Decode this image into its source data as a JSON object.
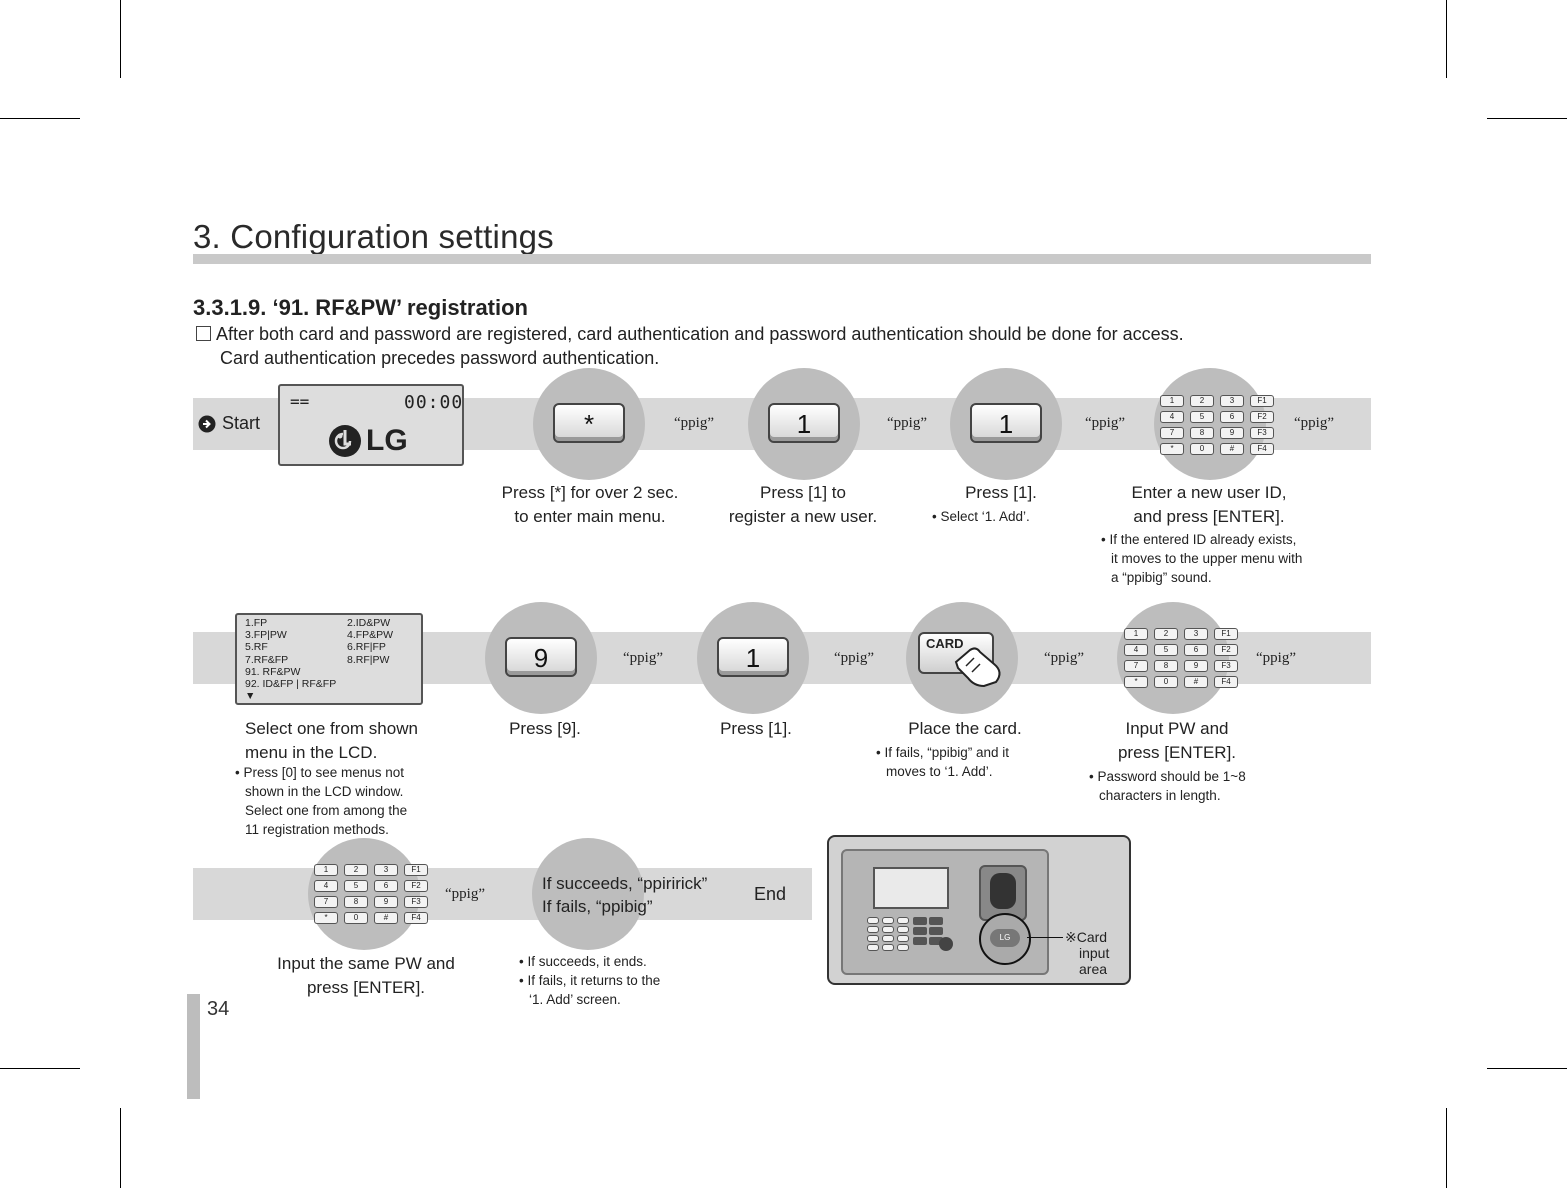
{
  "page": {
    "title": "3. Configuration settings",
    "subtitle": "3.3.1.9. ‘91. RF&PW’ registration",
    "intro_line1": "After both card and password are registered, card authentication and password authentication should be done for access.",
    "intro_line2": "Card authentication precedes password authentication.",
    "page_number": "34"
  },
  "beep": "“ppig”",
  "row1": {
    "start_label": "Start",
    "lcd_top_left": "==",
    "lcd_time": "00:00",
    "lcd_logo": "LG",
    "key_star": "*",
    "key_1a": "1",
    "key_1b": "1",
    "cap_star_1": "Press [*] for over 2 sec.",
    "cap_star_2": "to enter main menu.",
    "cap_1a_1": "Press [1] to",
    "cap_1a_2": "register a new user.",
    "cap_1b": "Press [1].",
    "note_1b": "• Select ‘1. Add’.",
    "cap_id_1": "Enter a new user ID,",
    "cap_id_2": "and press [ENTER].",
    "note_id_1": "• If the entered ID already exists,",
    "note_id_2": "it moves to the upper menu with",
    "note_id_3": "a “ppibig” sound."
  },
  "row2": {
    "menu_col1": [
      "1.FP",
      "3.FP|PW",
      "5.RF",
      "7.RF&FP"
    ],
    "menu_col2": [
      "2.ID&PW",
      "4.FP&PW",
      "6.RF|FP",
      "8.RF|PW"
    ],
    "menu_line_91": "91. RF&PW",
    "menu_line_92": "92. ID&FP | RF&FP",
    "menu_arrow": "▼",
    "cap_lcd_1": "Select one from shown",
    "cap_lcd_2": "menu in the LCD.",
    "note_lcd_1": "• Press [0] to see menus not",
    "note_lcd_2": "shown in the LCD window.",
    "note_lcd_3": "Select one from among the",
    "note_lcd_4": "11 registration methods.",
    "key_9": "9",
    "key_1": "1",
    "cap_9": "Press [9].",
    "cap_1": "Press [1].",
    "card_label": "CARD",
    "cap_card": "Place the card.",
    "note_card_1": "• If fails, “ppibig” and it",
    "note_card_2": "moves to ‘1. Add’.",
    "cap_pw_1": "Input PW and",
    "cap_pw_2": "press [ENTER].",
    "note_pw_1": "• Password should be 1~8",
    "note_pw_2": "characters in length."
  },
  "row3": {
    "cap_same_1": "Input the same PW and",
    "cap_same_2": "press [ENTER].",
    "result_1": "If succeeds, “ppiririck”",
    "result_2": "If fails, “ppibig”",
    "end_label": "End",
    "note_res_1": "• If succeeds, it ends.",
    "note_res_2": "• If fails, it returns to the",
    "note_res_3": "‘1. Add’ screen.",
    "device_logo": "LG",
    "card_area_1": "※Card",
    "card_area_2": "input",
    "card_area_3": "area"
  },
  "keypad_keys": [
    "1",
    "2",
    "3",
    "F1",
    "4",
    "5",
    "6",
    "F2",
    "7",
    "8",
    "9",
    "F3",
    "*",
    "0",
    "#",
    "F4"
  ]
}
